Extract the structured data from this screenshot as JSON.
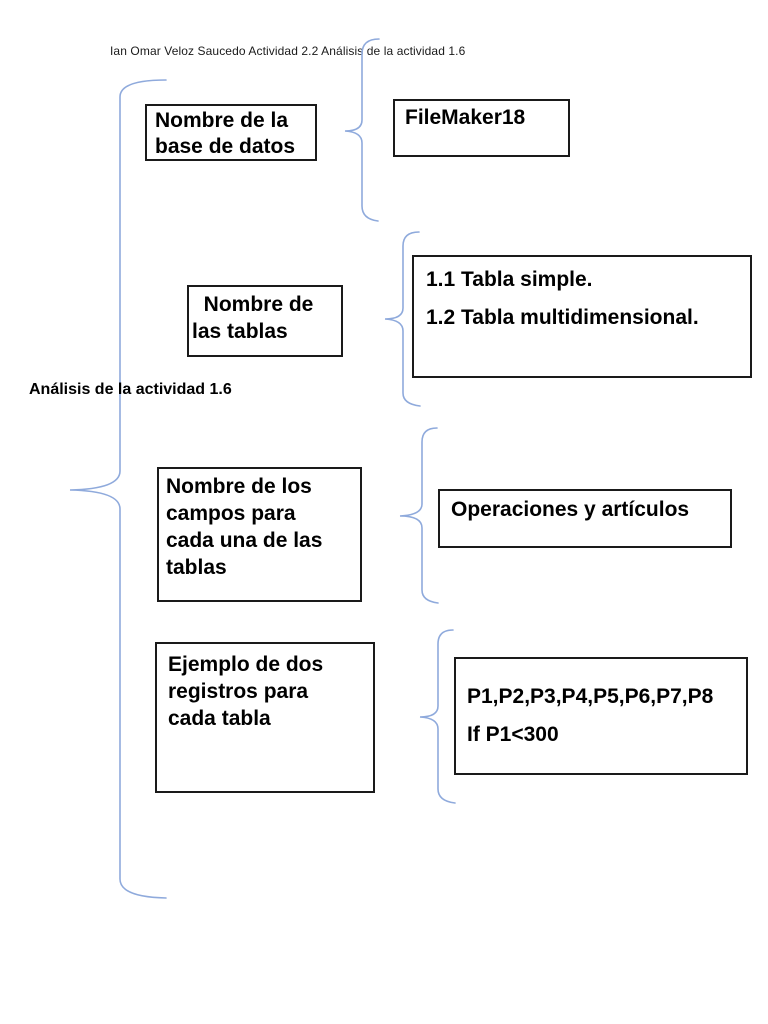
{
  "page": {
    "header": "Ian Omar Veloz Saucedo Actividad 2.2 Análisis de la actividad 1.6",
    "root_label": "Análisis de la actividad 1.6"
  },
  "colors": {
    "brace": "#8FAADC",
    "border": "#1a1a1a",
    "text": "#000000"
  },
  "sections": [
    {
      "id": "database-name",
      "category": "Nombre de la\nbase de datos",
      "detail": "FileMaker18"
    },
    {
      "id": "table-names",
      "category": "  Nombre de\nlas tablas",
      "detail": "1.1 Tabla simple.\n1.2 Tabla multidimensional."
    },
    {
      "id": "field-names",
      "category": "Nombre de los\ncampos para\ncada una de las\ntablas",
      "detail": "Operaciones y artículos"
    },
    {
      "id": "record-examples",
      "category": "Ejemplo de dos\nregistros para\ncada tabla",
      "detail": "P1,P2,P3,P4,P5,P6,P7,P8\nIf P1<300"
    }
  ]
}
